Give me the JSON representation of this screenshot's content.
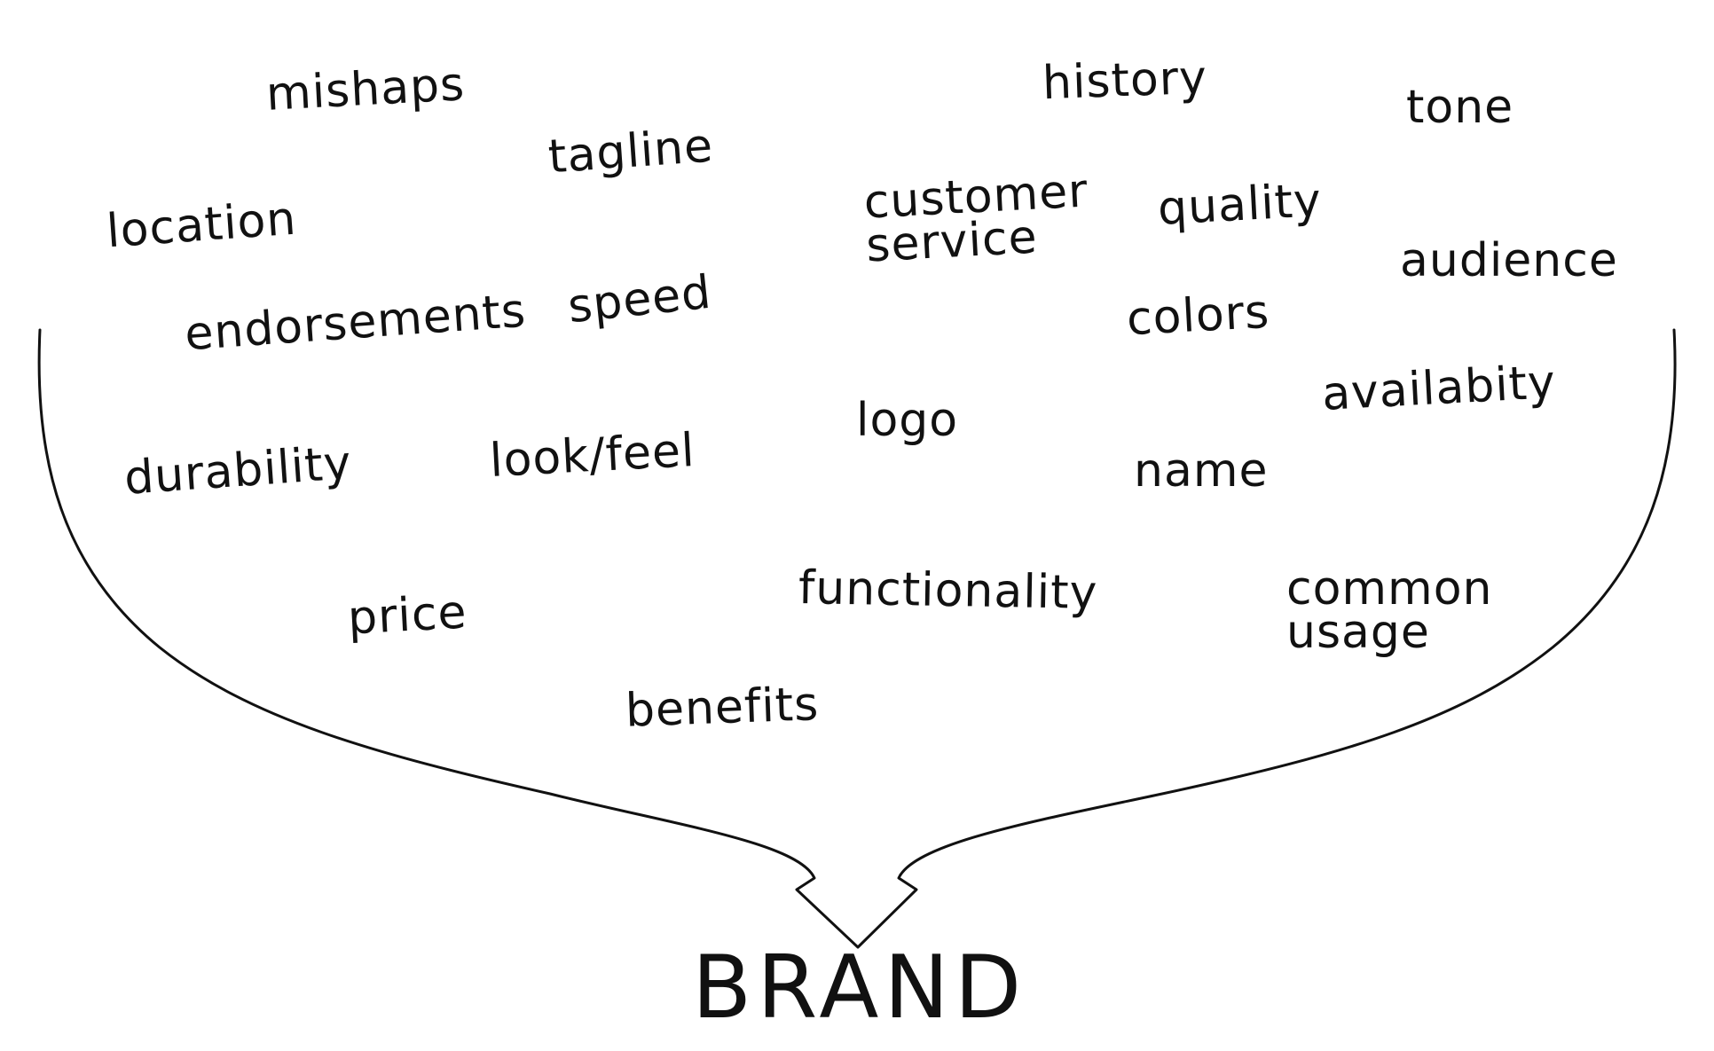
{
  "diagram": {
    "words": [
      "mishaps",
      "history",
      "tone",
      "tagline",
      "location",
      "customer\nservice",
      "quality",
      "audience",
      "endorsements",
      "speed",
      "colors",
      "availabity",
      "logo",
      "durability",
      "look/feel",
      "name",
      "functionality",
      "common\nusage",
      "price",
      "benefits"
    ],
    "target": "BRAND",
    "colors": {
      "ink": "#111111",
      "background": "#ffffff"
    }
  }
}
